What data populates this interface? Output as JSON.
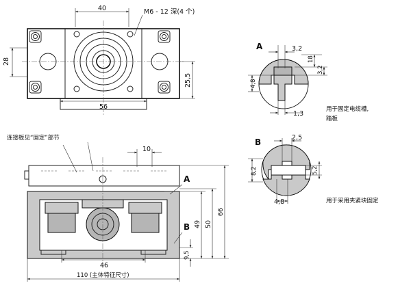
{
  "top_view": {
    "dim_width_top": "40",
    "thread_note": "M6 - 12 深(4 个)",
    "dim_height_left": "28",
    "dim_height_right": "25,5",
    "dim_width_bottom": "56"
  },
  "section_view": {
    "callout_note": "连接板见“固定”部节",
    "dim_slot_pitch": "10",
    "label_a": "A",
    "label_b": "B",
    "dim_height_49": "49",
    "dim_height_50": "50",
    "dim_height_66": "66",
    "dim_height_9_5": "9,5",
    "dim_center_46": "46",
    "dim_overall_width": "110 (主体特征尺寸)"
  },
  "detail_a": {
    "label": "A",
    "dim_slot_width": "3,2",
    "dim_18": "18",
    "dim_3_2_right": "3,2",
    "dim_4_8": "4,8",
    "dim_1_3": "1,3",
    "caption_line1": "用于固定电缆槽,",
    "caption_line2": "踏板"
  },
  "detail_b": {
    "label": "B",
    "dim_2_5": "2,5",
    "dim_8_2": "8,2",
    "dim_5_2": "5,2",
    "dim_4_8": "4,8",
    "caption": "用于采用夹紧块固定"
  },
  "colors": {
    "line": "#222222",
    "section_fill": "#c9c9c9",
    "background": "#ffffff"
  }
}
